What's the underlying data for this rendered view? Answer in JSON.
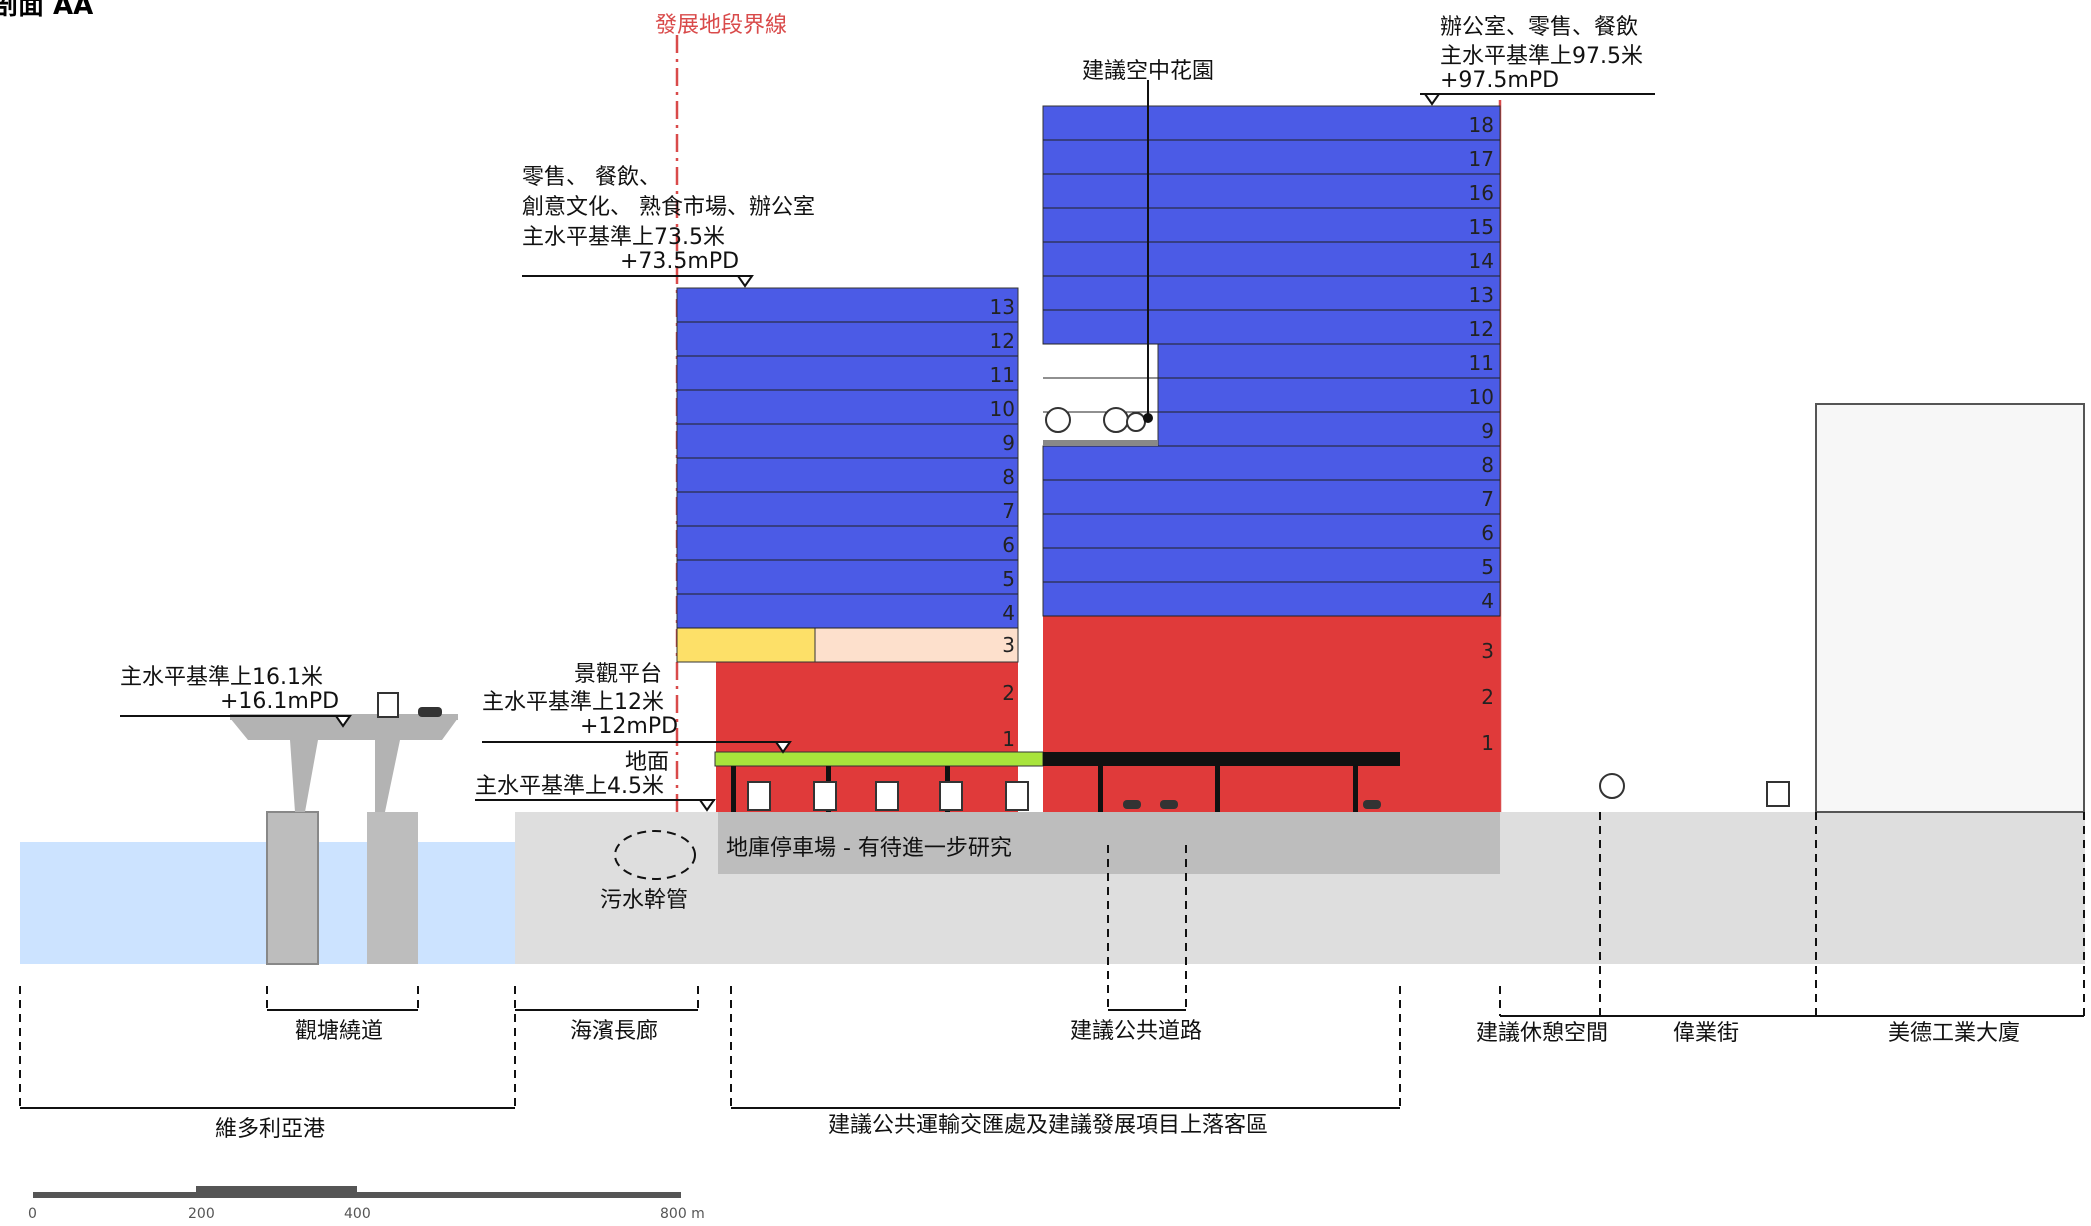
{
  "section_title": "剖面 AA",
  "lot_boundary_label": "發展地段界線",
  "tower_left": {
    "use_line1": "零售、 餐飲、",
    "use_line2": "創意文化、 熟食市場、辦公室",
    "level_cn": "主水平基準上73.5米",
    "level_mpd": "+73.5mPD",
    "floors": [
      "13",
      "12",
      "11",
      "10",
      "9",
      "8",
      "7",
      "6",
      "5",
      "4",
      "3",
      "2",
      "1"
    ]
  },
  "tower_right": {
    "use_line1": "辦公室、零售、餐飲",
    "level_cn": "主水平基準上97.5米",
    "level_mpd": "+97.5mPD",
    "floors": [
      "18",
      "17",
      "16",
      "15",
      "14",
      "13",
      "12",
      "11",
      "10",
      "9",
      "8",
      "7",
      "6",
      "5",
      "4",
      "3",
      "2",
      "1"
    ]
  },
  "sky_garden_label": "建議空中花園",
  "viaduct": {
    "level_cn": "主水平基準上16.1米",
    "level_mpd": "+16.1mPD"
  },
  "platform": {
    "name": "景觀平台",
    "level_cn": "主水平基準上12米",
    "level_mpd": "+12mPD"
  },
  "ground": {
    "name": "地面",
    "level_cn": "主水平基準上4.5米"
  },
  "basement_label": "地庫停車場 - 有待進一步研究",
  "sewer_label": "污水幹管",
  "zones": {
    "kwun_tong_bypass": "觀塘繞道",
    "waterfront_promenade": "海濱長廊",
    "victoria_harbour": "維多利亞港",
    "public_road": "建議公共道路",
    "transport_interchange": "建議公共運輸交匯處及建議發展項目上落客區",
    "rest_space": "建議休憩空間",
    "wai_yip_street": "偉業街",
    "mai_tak_building": "美德工業大廈"
  },
  "scale_bar": {
    "ticks": [
      "0",
      "200",
      "400",
      "800 m"
    ]
  },
  "colors": {
    "office": "#4b5be6",
    "retail": "#e03a3a",
    "creative": "#fde068",
    "market": "#fde0cc",
    "platform_green": "#a8e43c",
    "water": "#cce3ff",
    "ground": "#dedede",
    "basement": "#bdbdbd",
    "boundary_red": "#d94a4a"
  }
}
